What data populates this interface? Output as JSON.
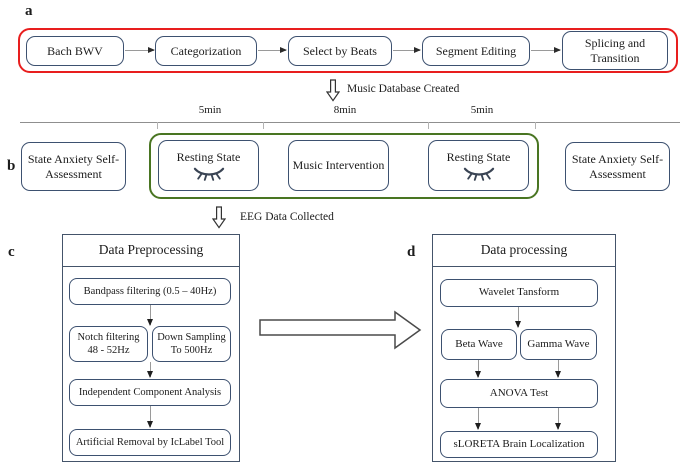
{
  "panel_labels": {
    "a": "a",
    "b": "b",
    "c": "c",
    "d": "d"
  },
  "pipeline_a": {
    "boxes": [
      "Bach BWV",
      "Categorization",
      "Select by Beats",
      "Segment Editing",
      "Splicing and Transition"
    ]
  },
  "music_db_arrow": {
    "label": "Music Database Created"
  },
  "timeline": {
    "segments": [
      "5min",
      "8min",
      "5min"
    ]
  },
  "session_b": {
    "pre_assessment": "State Anxiety Self-Assessment",
    "resting_1": "Resting State",
    "music_intervention": "Music Intervention",
    "resting_2": "Resting State",
    "post_assessment": "State Anxiety Self-Assessment"
  },
  "eeg_arrow": {
    "label": "EEG Data Collected"
  },
  "panel_c": {
    "title": "Data Preprocessing",
    "step_1": "Bandpass filtering (0.5 – 40Hz)",
    "step_2a": "Notch filtering 48 - 52Hz",
    "step_2b": "Down Sampling To 500Hz",
    "step_3": "Independent Component Analysis",
    "step_4": "Artificial Removal by IcLabel Tool"
  },
  "panel_d": {
    "title": "Data processing",
    "step_1": "Wavelet Tansform",
    "step_2a": "Beta Wave",
    "step_2b": "Gamma Wave",
    "step_3": "ANOVA Test",
    "step_4": "sLORETA Brain Localization"
  },
  "icons": {
    "closed_eye": "closed-eye-icon",
    "hollow_down_arrow": "hollow-down-arrow-icon",
    "hollow_right_arrow": "hollow-right-arrow-icon"
  },
  "colors": {
    "red_frame": "#e81e1e",
    "green_frame": "#497522",
    "node_border": "#3d5170",
    "panel_border": "#44546a",
    "text": "#1c1c1c"
  }
}
